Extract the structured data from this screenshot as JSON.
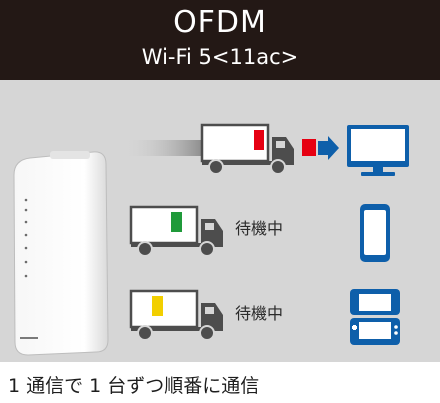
{
  "header": {
    "title": "OFDM",
    "subtitle": "Wi-Fi 5<11ac>"
  },
  "lanes": [
    {
      "status": "",
      "cargo_color": "#e60012"
    },
    {
      "status": "待機中",
      "cargo_color": "#1f9a3a"
    },
    {
      "status": "待機中",
      "cargo_color": "#f2cf00"
    }
  ],
  "packet_color": "#e60012",
  "device_color": "#0e5faa",
  "truck_color": "#4d4d4d",
  "icons": [
    "router-icon",
    "truck-icon",
    "monitor-icon",
    "smartphone-icon",
    "game-console-icon"
  ],
  "caption": "1 通信で 1 台ずつ順番に通信"
}
